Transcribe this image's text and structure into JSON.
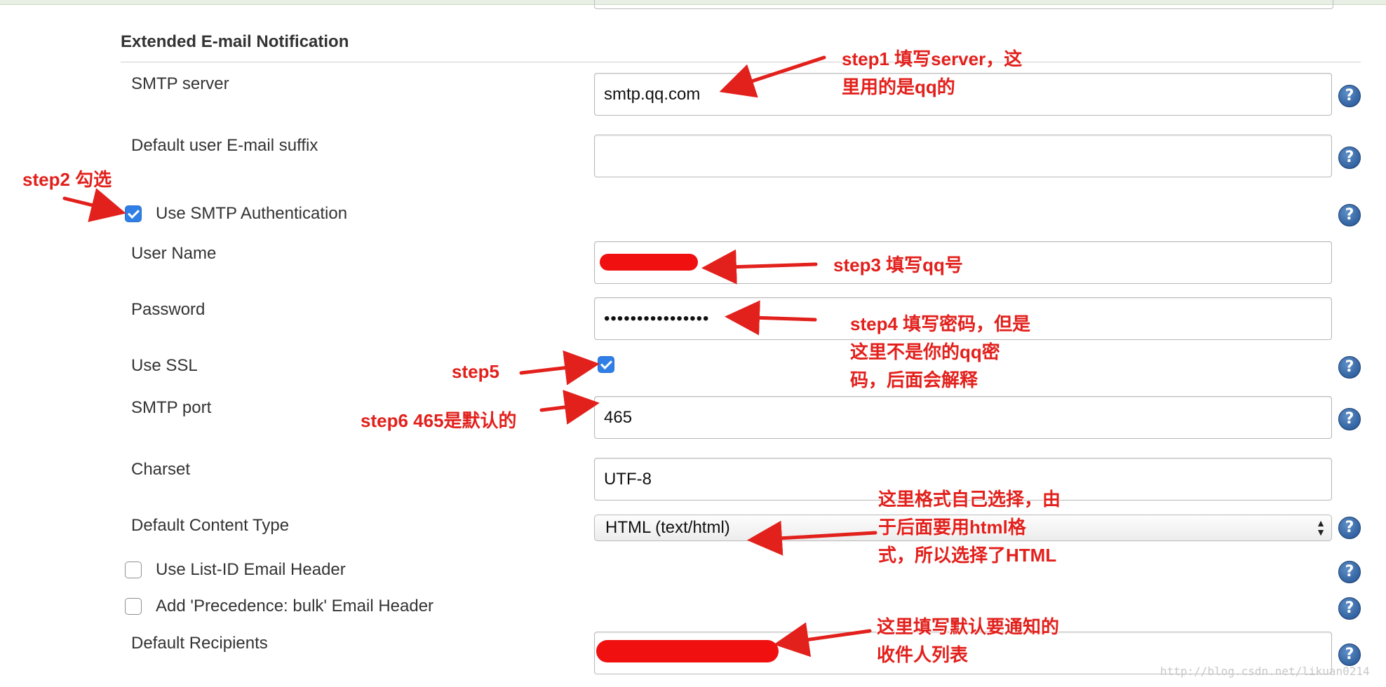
{
  "section": {
    "title": "Extended E-mail Notification"
  },
  "fields": {
    "smtp_server": {
      "label": "SMTP server",
      "value": "smtp.qq.com"
    },
    "email_suffix": {
      "label": "Default user E-mail suffix",
      "value": ""
    },
    "use_smtp_auth": {
      "label": "Use SMTP Authentication",
      "checked": true
    },
    "user_name": {
      "label": "User Name",
      "value": ""
    },
    "password": {
      "label": "Password",
      "value": "••••••••••••••••"
    },
    "use_ssl": {
      "label": "Use SSL",
      "checked": true
    },
    "smtp_port": {
      "label": "SMTP port",
      "value": "465"
    },
    "charset": {
      "label": "Charset",
      "value": "UTF-8"
    },
    "content_type": {
      "label": "Default Content Type",
      "value": "HTML (text/html)"
    },
    "list_id": {
      "label": "Use List-ID Email Header",
      "checked": false
    },
    "precedence": {
      "label": "Add 'Precedence: bulk' Email Header",
      "checked": false
    },
    "recipients": {
      "label": "Default Recipients",
      "value": ""
    }
  },
  "help_icon": {
    "glyph": "?",
    "color": "#2a5a9a"
  },
  "annotations": {
    "step1": [
      "step1 填写server，这",
      "里用的是qq的"
    ],
    "step2": "step2 勾选",
    "step3": "step3 填写qq号",
    "step4": [
      "step4 填写密码，但是",
      "这里不是你的qq密",
      "码，后面会解释"
    ],
    "step5": "step5",
    "step6": "step6 465是默认的",
    "content_type_note": [
      "这里格式自己选择，由",
      "于后面要用html格",
      "式，所以选择了HTML"
    ],
    "recipients_note": [
      "这里填写默认要通知的",
      "收件人列表"
    ]
  },
  "watermark": "http://blog.csdn.net/likuan0214",
  "colors": {
    "annotation": "#e2201c",
    "checkbox_checked": "#2f7fe6"
  }
}
